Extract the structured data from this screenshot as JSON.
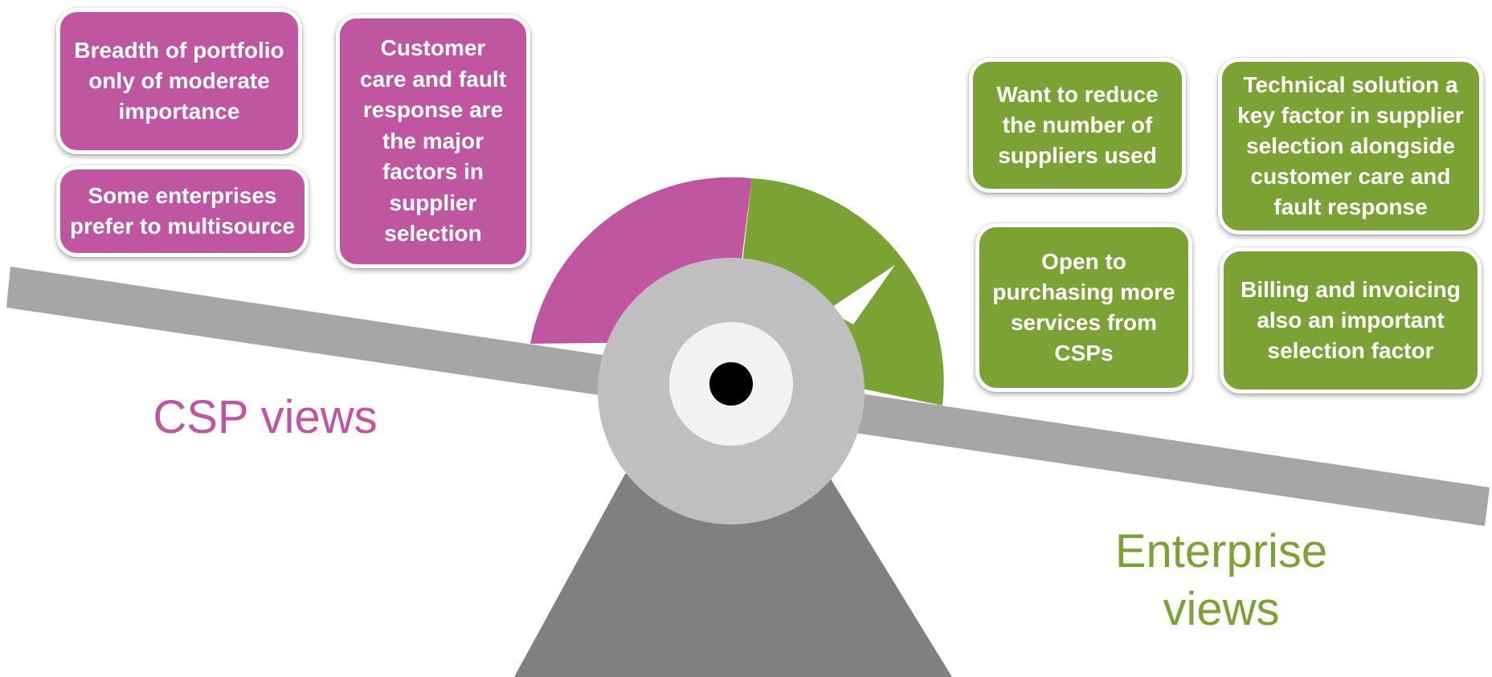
{
  "csp": {
    "heading": "CSP views",
    "color": "#c055a0",
    "cards": [
      "Breadth of portfolio only of moderate importance",
      "Some enterprises prefer to multisource",
      "Customer care and fault response are the major factors in supplier selection"
    ]
  },
  "enterprise": {
    "heading_line1": "Enterprise",
    "heading_line2": "views",
    "color": "#7ba334",
    "cards": [
      "Want to reduce the number of suppliers used",
      "Open to purchasing more services from CSPs",
      "Technical solution a key factor in supplier selection alongside customer care and fault response",
      "Billing and invoicing also an important selection factor"
    ]
  },
  "balance": {
    "beam_color": "#a6a6a6",
    "hub_color": "#bfbfbf",
    "hub_inner_color": "#f2f2f2",
    "pivot_color": "#000000",
    "stand_color": "#808080"
  }
}
